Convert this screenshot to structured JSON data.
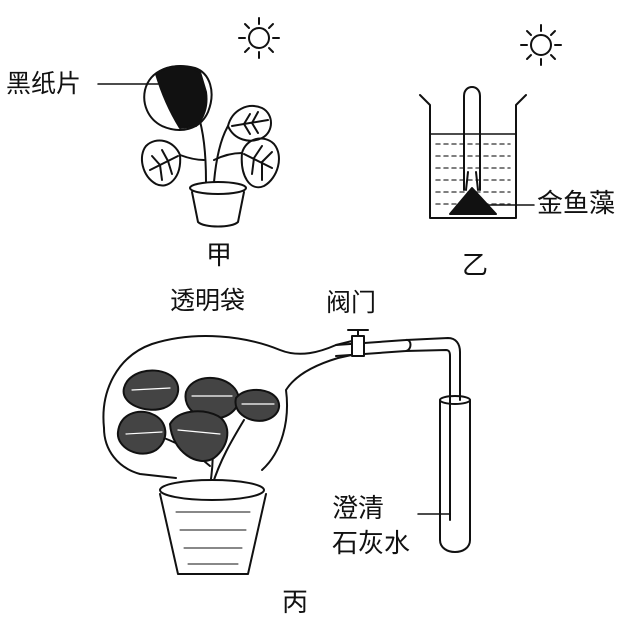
{
  "labels": {
    "black_paper": "黑纸片",
    "jia": "甲",
    "goldfish_weed": "金鱼藻",
    "yi": "乙",
    "transparent_bag": "透明袋",
    "valve": "阀门",
    "limewater_line1": "澄清",
    "limewater_line2": "石灰水",
    "bing": "丙"
  },
  "colors": {
    "ink": "#111111",
    "leaf_fill": "#ffffff",
    "dark_leaf": "#444444",
    "black_paper": "#111111",
    "water_dash": "#555555"
  },
  "icons": {
    "sun_icon_1": "sun-icon",
    "sun_icon_2": "sun-icon"
  }
}
